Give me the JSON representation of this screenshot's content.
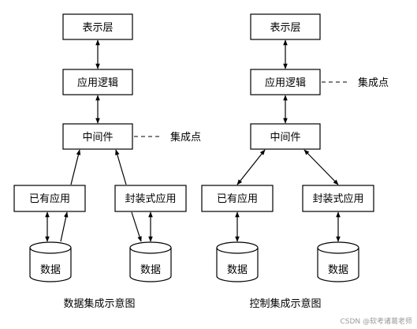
{
  "colors": {
    "stroke": "#000000",
    "background": "#ffffff",
    "watermark": "#9a9a9a"
  },
  "left": {
    "caption": "数据集成示意图",
    "presentation": "表示层",
    "app_logic": "应用逻辑",
    "middleware": "中间件",
    "integration_point": "集成点",
    "existing_app": "已有应用",
    "wrapped_app": "封装式应用",
    "db1": "数据",
    "db2": "数据"
  },
  "right": {
    "caption": "控制集成示意图",
    "presentation": "表示层",
    "app_logic": "应用逻辑",
    "middleware": "中间件",
    "integration_point": "集成点",
    "existing_app": "已有应用",
    "wrapped_app": "封装式应用",
    "db1": "数据",
    "db2": "数据"
  },
  "watermark": "CSDN @软考诸葛老师"
}
